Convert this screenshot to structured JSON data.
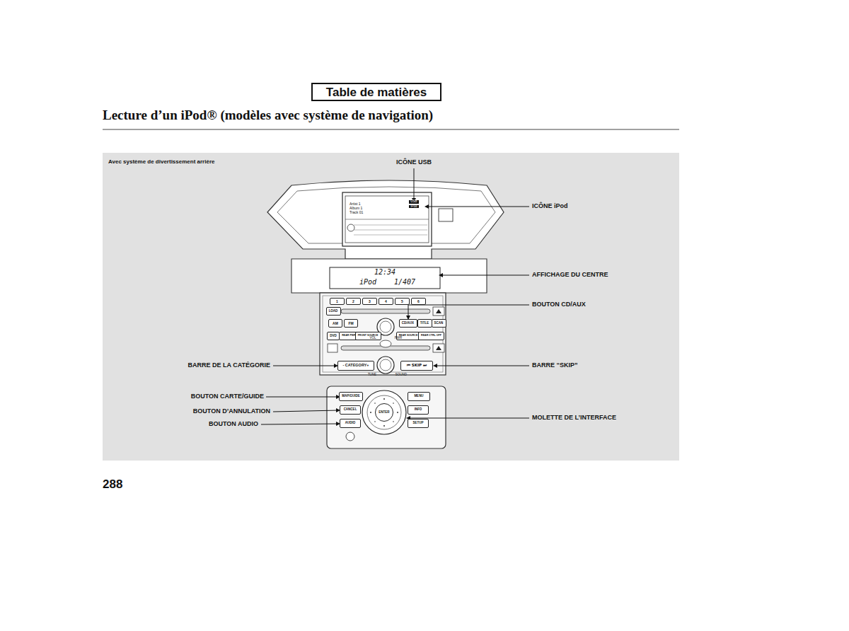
{
  "diagram": {
    "title": "Lecture d’un iPod® (modèles avec système de navigation)",
    "nodes": [
      {
        "text": [
          "Table de matières"
        ]
      },
      {
        "text": [
          "1"
        ]
      },
      {
        "text": [
          "2"
        ]
      },
      {
        "text": [
          "3"
        ]
      },
      {
        "text": [
          "4"
        ]
      },
      {
        "text": [
          "5"
        ]
      },
      {
        "text": [
          "6"
        ]
      },
      {
        "text": [
          "LOAD"
        ]
      },
      {
        "text": [
          "AM"
        ]
      },
      {
        "text": [
          "FM"
        ]
      },
      {
        "text": [
          "CD/AUX"
        ]
      },
      {
        "text": [
          "TITLE"
        ]
      },
      {
        "text": [
          "SCAN"
        ]
      },
      {
        "text": [
          "DVD"
        ]
      },
      {
        "text": [
          "REAR PWR"
        ]
      },
      {
        "text": [
          "FRONT SOURCE"
        ]
      },
      {
        "text": [
          "REAR SOURCE"
        ]
      },
      {
        "text": [
          "REAR CTRL OFF"
        ]
      },
      {
        "text": [
          "- CATEGORY+"
        ]
      },
      {
        "text": [
          "⏮ SKIP ⏭"
        ]
      },
      {
        "text": [
          "MAP/GUIDE"
        ]
      },
      {
        "text": [
          "CANCEL"
        ]
      },
      {
        "text": [
          "AUDIO"
        ]
      },
      {
        "text": [
          "MENU"
        ]
      },
      {
        "text": [
          "INFO"
        ]
      },
      {
        "text": [
          "SETUP"
        ]
      },
      {
        "text": [
          "ENTER"
        ]
      }
    ],
    "labels": [
      "Avec système de divertissement arrière",
      "ICÔNE USB",
      "ICÔNE iPod",
      "AFFICHAGE DU CENTRE",
      "BOUTON CD/AUX",
      "BARRE DE LA CATÉGORIE",
      "BARRE “SKIP”",
      "BOUTON CARTE/GUIDE",
      "BOUTON D’ANNULATION",
      "BOUTON AUDIO",
      "MOLETTE DE L’INTERFACE",
      "288",
      "12:34",
      "iPod",
      "1/407",
      "Artist 1",
      "Album 1",
      "Track 01",
      "USB",
      "iPod",
      "VOL",
      "PWR",
      "TUNE",
      "SOUND"
    ]
  }
}
